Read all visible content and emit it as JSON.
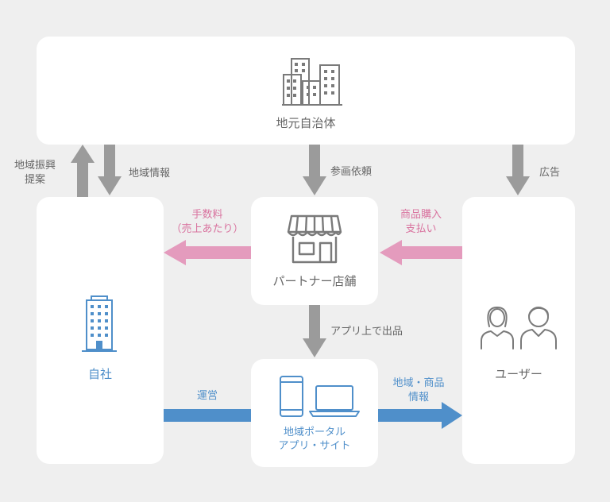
{
  "colors": {
    "background": "#efefef",
    "box": "#ffffff",
    "gray_arrow": "#9b9b9b",
    "pink": "#e49bbd",
    "pink_text": "#d9739f",
    "blue": "#4f8fca",
    "text": "#666666"
  },
  "nodes": {
    "municipality": {
      "label": "地元自治体",
      "icon": "buildings-icon"
    },
    "company": {
      "label": "自社",
      "icon": "office-building-icon"
    },
    "partner": {
      "label": "パートナー店舗",
      "icon": "storefront-icon"
    },
    "user": {
      "label": "ユーザー",
      "icon": "users-icon"
    },
    "portal": {
      "label_line1": "地域ポータル",
      "label_line2": "アプリ・サイト",
      "icon": "devices-icon"
    }
  },
  "edges": {
    "regional_promotion": {
      "line1": "地域振興",
      "line2": "提案"
    },
    "regional_info": {
      "label": "地域情報"
    },
    "participation_request": {
      "label": "参画依頼"
    },
    "advertisement": {
      "label": "広告"
    },
    "fee": {
      "line1": "手数料",
      "line2": "（売上あたり）"
    },
    "purchase": {
      "line1": "商品購入",
      "line2": "支払い"
    },
    "listing": {
      "label": "アプリ上で出品"
    },
    "operation": {
      "label": "運営"
    },
    "region_product_info": {
      "line1": "地域・商品",
      "line2": "情報"
    }
  }
}
